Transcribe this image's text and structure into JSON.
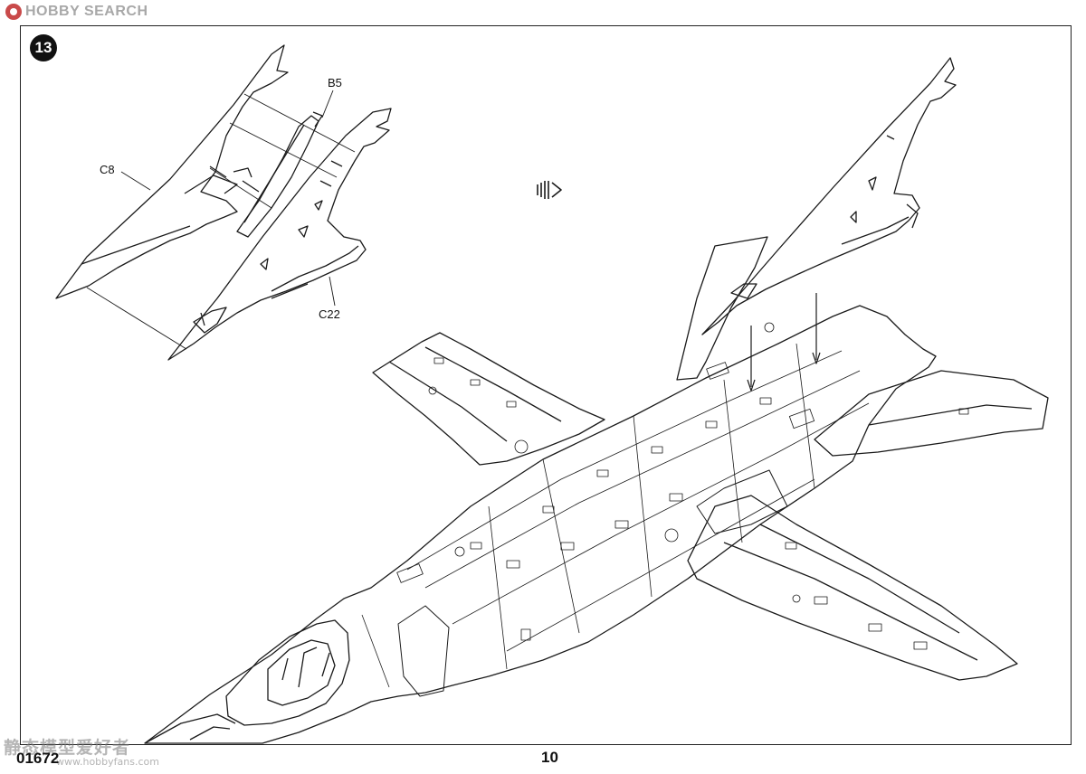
{
  "watermark": {
    "top_text": "HOBBY SEARCH",
    "bottom_text": "静态模型爱好者",
    "bottom_url": "www.hobbyfans.com"
  },
  "step": {
    "number": "13"
  },
  "parts": {
    "b5": "B5",
    "c8": "C8",
    "c22": "C22"
  },
  "footer": {
    "code": "01672",
    "page": "10"
  },
  "icons": {
    "step_arrow": "direction-arrow-icon",
    "logo": "hobby-search-logo-icon"
  }
}
